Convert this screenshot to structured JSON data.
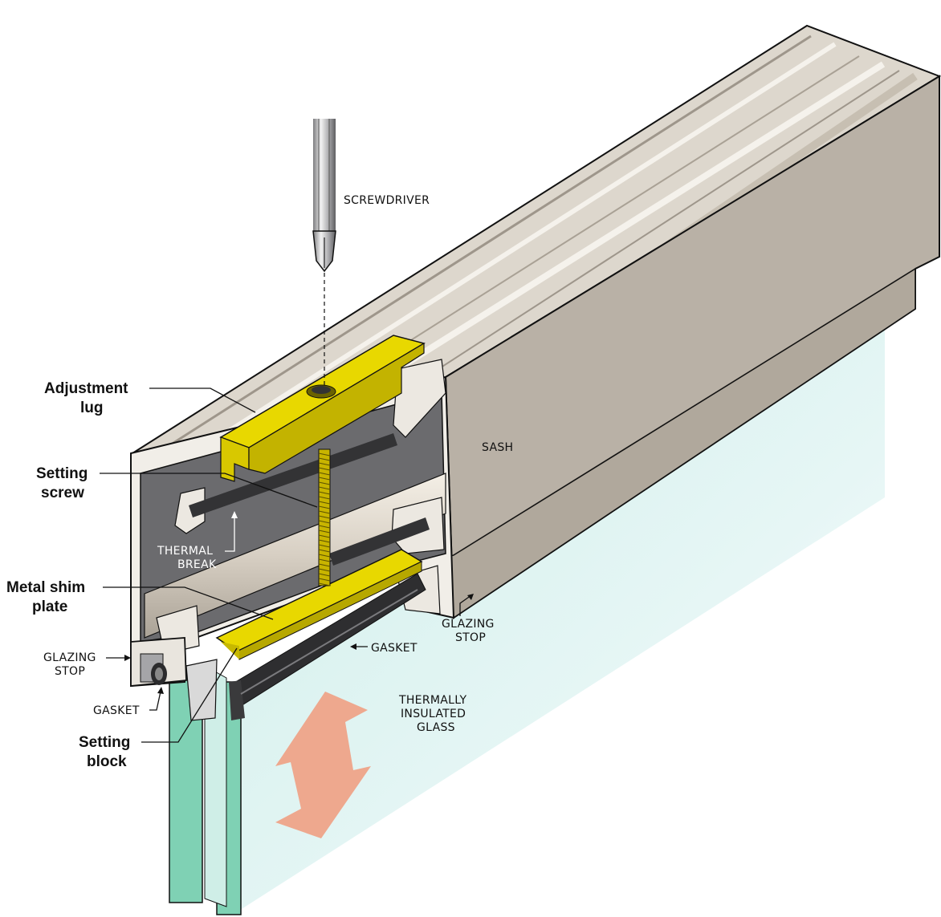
{
  "labels": {
    "screwdriver": "SCREWDRIVER",
    "sash": "SASH",
    "adjustment_lug_1": "Adjustment",
    "adjustment_lug_2": "lug",
    "setting_screw_1": "Setting",
    "setting_screw_2": "screw",
    "thermal_break_1": "THERMAL",
    "thermal_break_2": "BREAK",
    "metal_shim_1": "Metal shim",
    "metal_shim_2": "plate",
    "gasket_right": "GASKET",
    "glazing_stop_right_1": "GLAZING",
    "glazing_stop_right_2": "STOP",
    "glazing_stop_left_1": "GLAZING",
    "glazing_stop_left_2": "STOP",
    "gasket_left": "GASKET",
    "setting_block_1": "Setting",
    "setting_block_2": "block",
    "glass_1": "THERMALLY",
    "glass_2": "INSULATED",
    "glass_3": "GLASS"
  },
  "colors": {
    "sash_face": "#b9b1a6",
    "sash_top": "#ddd7cd",
    "sash_dark": "#8f877c",
    "cavity": "#6b6b6e",
    "lug_yellow": "#e8d800",
    "lug_shadow": "#b7a800",
    "glass": "#d9f0ef",
    "glass_edge": "#79cdb0",
    "arrow": "#eea88e",
    "gasket": "#2e2e30"
  },
  "icons": {
    "arrow": "double-arrow-icon",
    "screwdriver": "screwdriver-icon"
  }
}
